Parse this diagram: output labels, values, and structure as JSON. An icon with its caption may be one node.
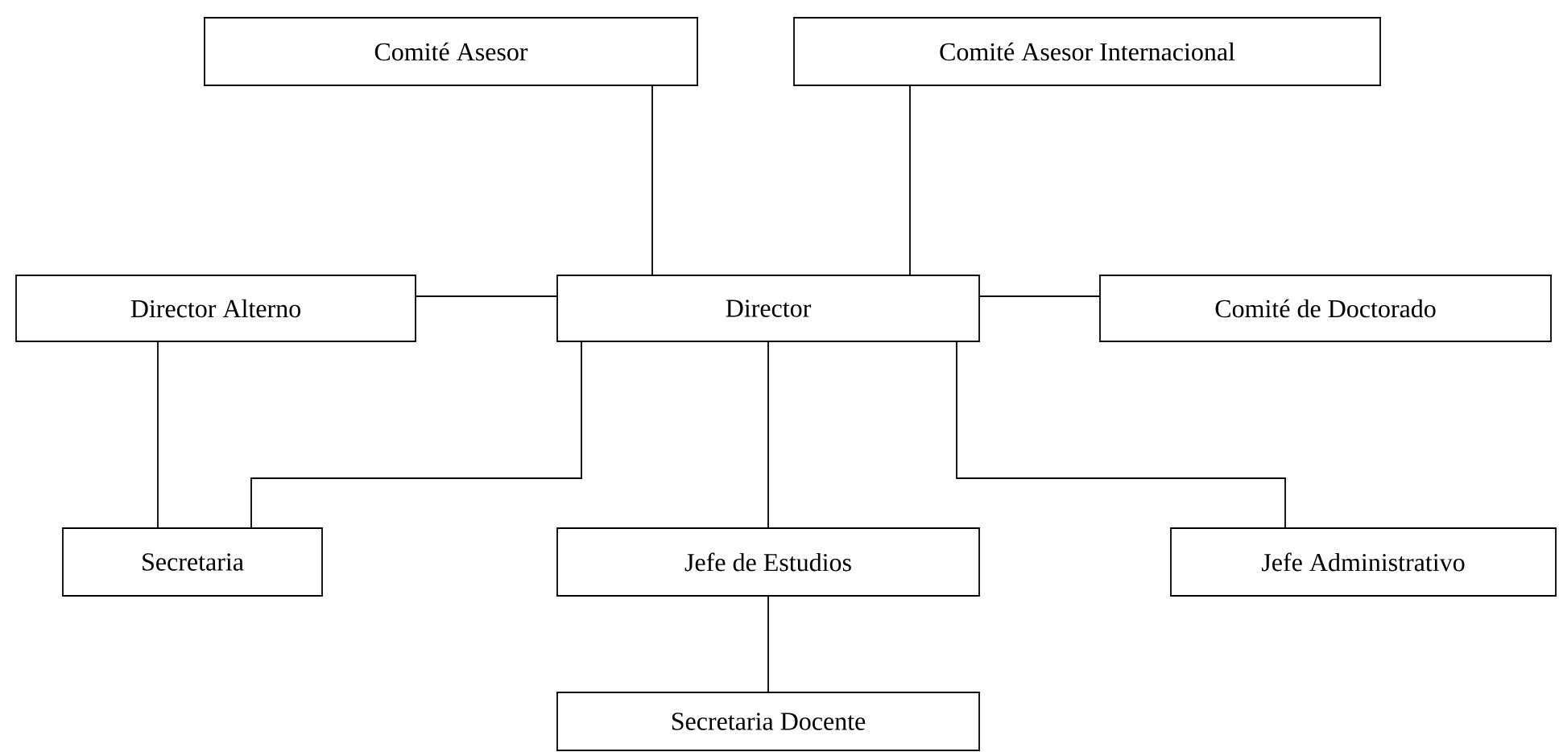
{
  "diagram": {
    "nodes": [
      {
        "text": [
          "Comité Asesor"
        ]
      },
      {
        "text": [
          "Comité Asesor Internacional"
        ]
      },
      {
        "text": [
          "Director Alterno"
        ]
      },
      {
        "text": [
          "Director"
        ]
      },
      {
        "text": [
          "Comité de Doctorado"
        ]
      },
      {
        "text": [
          "Secretaria"
        ]
      },
      {
        "text": [
          "Jefe de Estudios"
        ]
      },
      {
        "text": [
          "Jefe Administrativo"
        ]
      },
      {
        "text": [
          "Secretaria Docente"
        ]
      }
    ],
    "edges": [
      {
        "from": 0,
        "to": 3,
        "arrow": "none"
      },
      {
        "from": 1,
        "to": 3,
        "arrow": "none"
      },
      {
        "from": 2,
        "to": 3,
        "arrow": "none"
      },
      {
        "from": 3,
        "to": 4,
        "arrow": "none"
      },
      {
        "from": 2,
        "to": 5,
        "arrow": "none"
      },
      {
        "from": 3,
        "to": 5,
        "arrow": "none"
      },
      {
        "from": 3,
        "to": 6,
        "arrow": "none"
      },
      {
        "from": 3,
        "to": 7,
        "arrow": "none"
      },
      {
        "from": 6,
        "to": 8,
        "arrow": "none"
      }
    ]
  }
}
